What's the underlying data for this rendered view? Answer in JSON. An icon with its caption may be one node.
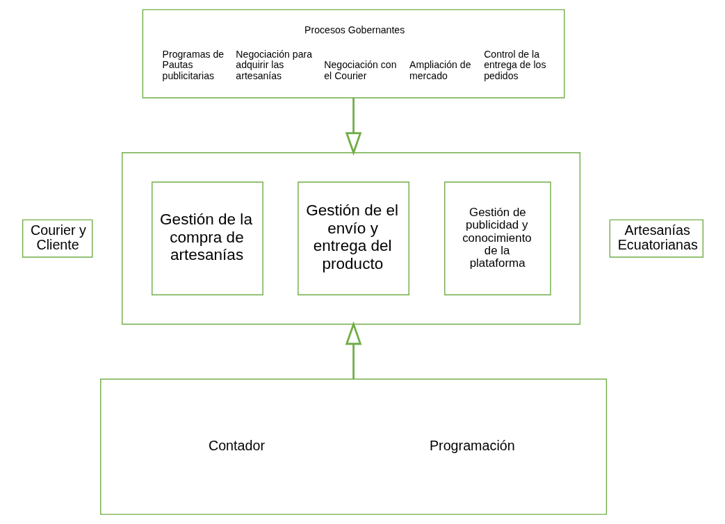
{
  "diagram": {
    "nodes": [
      {
        "text": [
          "Procesos Gobernantes",
          "Programas de Pautas publicitarias",
          "Negociación para adquirir las artesanías",
          "Negociación con el Courier",
          "Ampliación de mercado",
          "Control de la entrega de los pedidos"
        ]
      },
      {
        "text": [],
        "shape": "box"
      },
      {
        "text": [
          "Gestión de la compra de artesanías"
        ],
        "in": 1
      },
      {
        "text": [
          "Gestión de el envío y entrega del producto"
        ],
        "in": 1
      },
      {
        "text": [
          "Gestión de publicidad y conocimiento de la plataforma"
        ],
        "in": 1
      },
      {
        "text": [
          "Contador",
          "Programación"
        ]
      },
      {
        "text": [
          "Courier y Cliente"
        ]
      },
      {
        "text": [
          "Artesanías Ecuatorianas"
        ]
      }
    ],
    "edges": [
      {
        "from": 0,
        "to": 1,
        "arrow": "to"
      },
      {
        "from": 5,
        "to": 1,
        "arrow": "to"
      }
    ]
  }
}
